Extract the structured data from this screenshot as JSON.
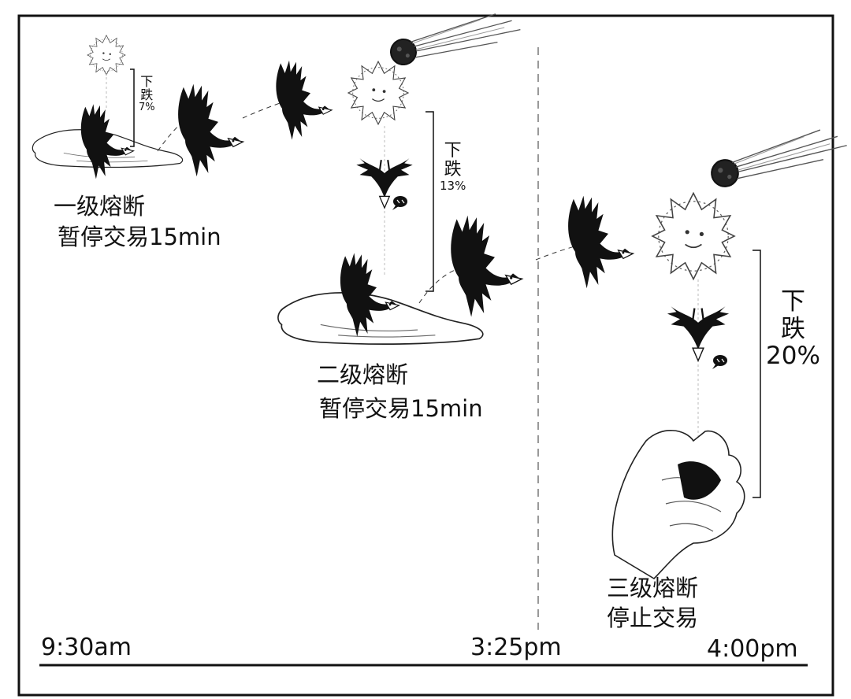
{
  "stages": [
    {
      "level_label": "一级熔断",
      "action_label": "暂停交易15min",
      "drop_label": [
        "下",
        "跌"
      ],
      "drop_percent": "7%"
    },
    {
      "level_label": "二级熔断",
      "action_label": "暂停交易15min",
      "drop_label": [
        "下",
        "跌"
      ],
      "drop_percent": "13%"
    },
    {
      "level_label": "三级熔断",
      "action_label": "停止交易",
      "drop_label": [
        "下",
        "跌"
      ],
      "drop_percent": "20%"
    }
  ],
  "timeline": {
    "start": "9:30am",
    "mid": "3:25pm",
    "end": "4:00pm"
  },
  "icons": [
    "bird-icon",
    "meteor-icon",
    "explosion-icon",
    "hand-icon",
    "speech-bubble-icon"
  ],
  "colors": {
    "ink": "#111111",
    "paper": "#ffffff",
    "dashed_line": "#999999"
  }
}
